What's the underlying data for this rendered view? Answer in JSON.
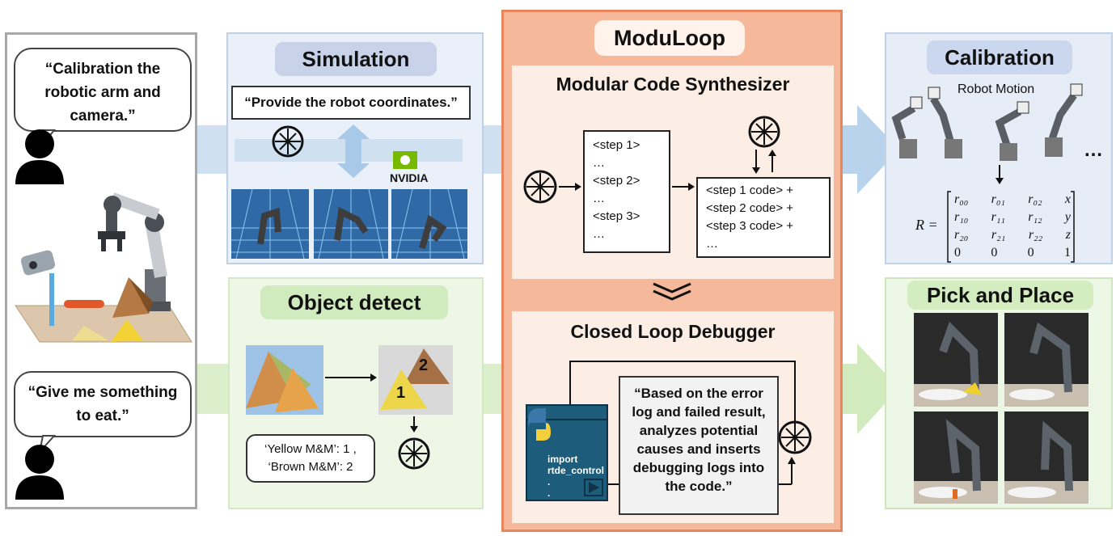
{
  "left": {
    "bubble1": "“Calibration the robotic arm and camera.”",
    "bubble2": "“Give me something to eat.”"
  },
  "simulation": {
    "title": "Simulation",
    "prompt": "“Provide the robot coordinates.”",
    "vendor": "NVIDIA"
  },
  "object_detect": {
    "title": "Object detect",
    "mark1": "1",
    "mark2": "2",
    "result_line1": "‘Yellow M&M’: 1 ,",
    "result_line2": "‘Brown M&M’: 2"
  },
  "moduloop": {
    "title": "ModuLoop",
    "synth_title": "Modular Code Synthesizer",
    "steps": [
      "<step 1>",
      "…",
      "<step 2>",
      "…",
      "<step 3>",
      "…"
    ],
    "codes": [
      "<step 1 code> +",
      "<step 2 code> +",
      "<step 3 code> +",
      "…"
    ],
    "debugger_title": "Closed Loop Debugger",
    "code_window": [
      "import",
      "rtde_control",
      ".",
      "."
    ],
    "debug_quote": "“Based on the error log and failed result, analyzes potential causes and inserts debugging logs into the code.”"
  },
  "calibration": {
    "title": "Calibration",
    "motion_label": "Robot Motion",
    "ellipsis": "…",
    "matrix_label": "R =",
    "matrix": [
      [
        "r₀₀",
        "r₀₁",
        "r₀₂",
        "x"
      ],
      [
        "r₁₀",
        "r₁₁",
        "r₁₂",
        "y"
      ],
      [
        "r₂₀",
        "r₂₁",
        "r₂₂",
        "z"
      ],
      [
        "0",
        "0",
        "0",
        "1"
      ]
    ]
  },
  "pick_place": {
    "title": "Pick and Place"
  },
  "colors": {
    "sim_bg": "#eaf0f9",
    "detect_bg": "#eef7e6",
    "moduloop_bg": "#f6b89a",
    "moduloop_border": "#e9855d",
    "inner_bg": "#fceee4",
    "calib_bg": "#e6edf7",
    "pick_bg": "#edf7e6",
    "blue_arrow": "#b8d4ee",
    "green_arrow": "#d3ecc0"
  }
}
